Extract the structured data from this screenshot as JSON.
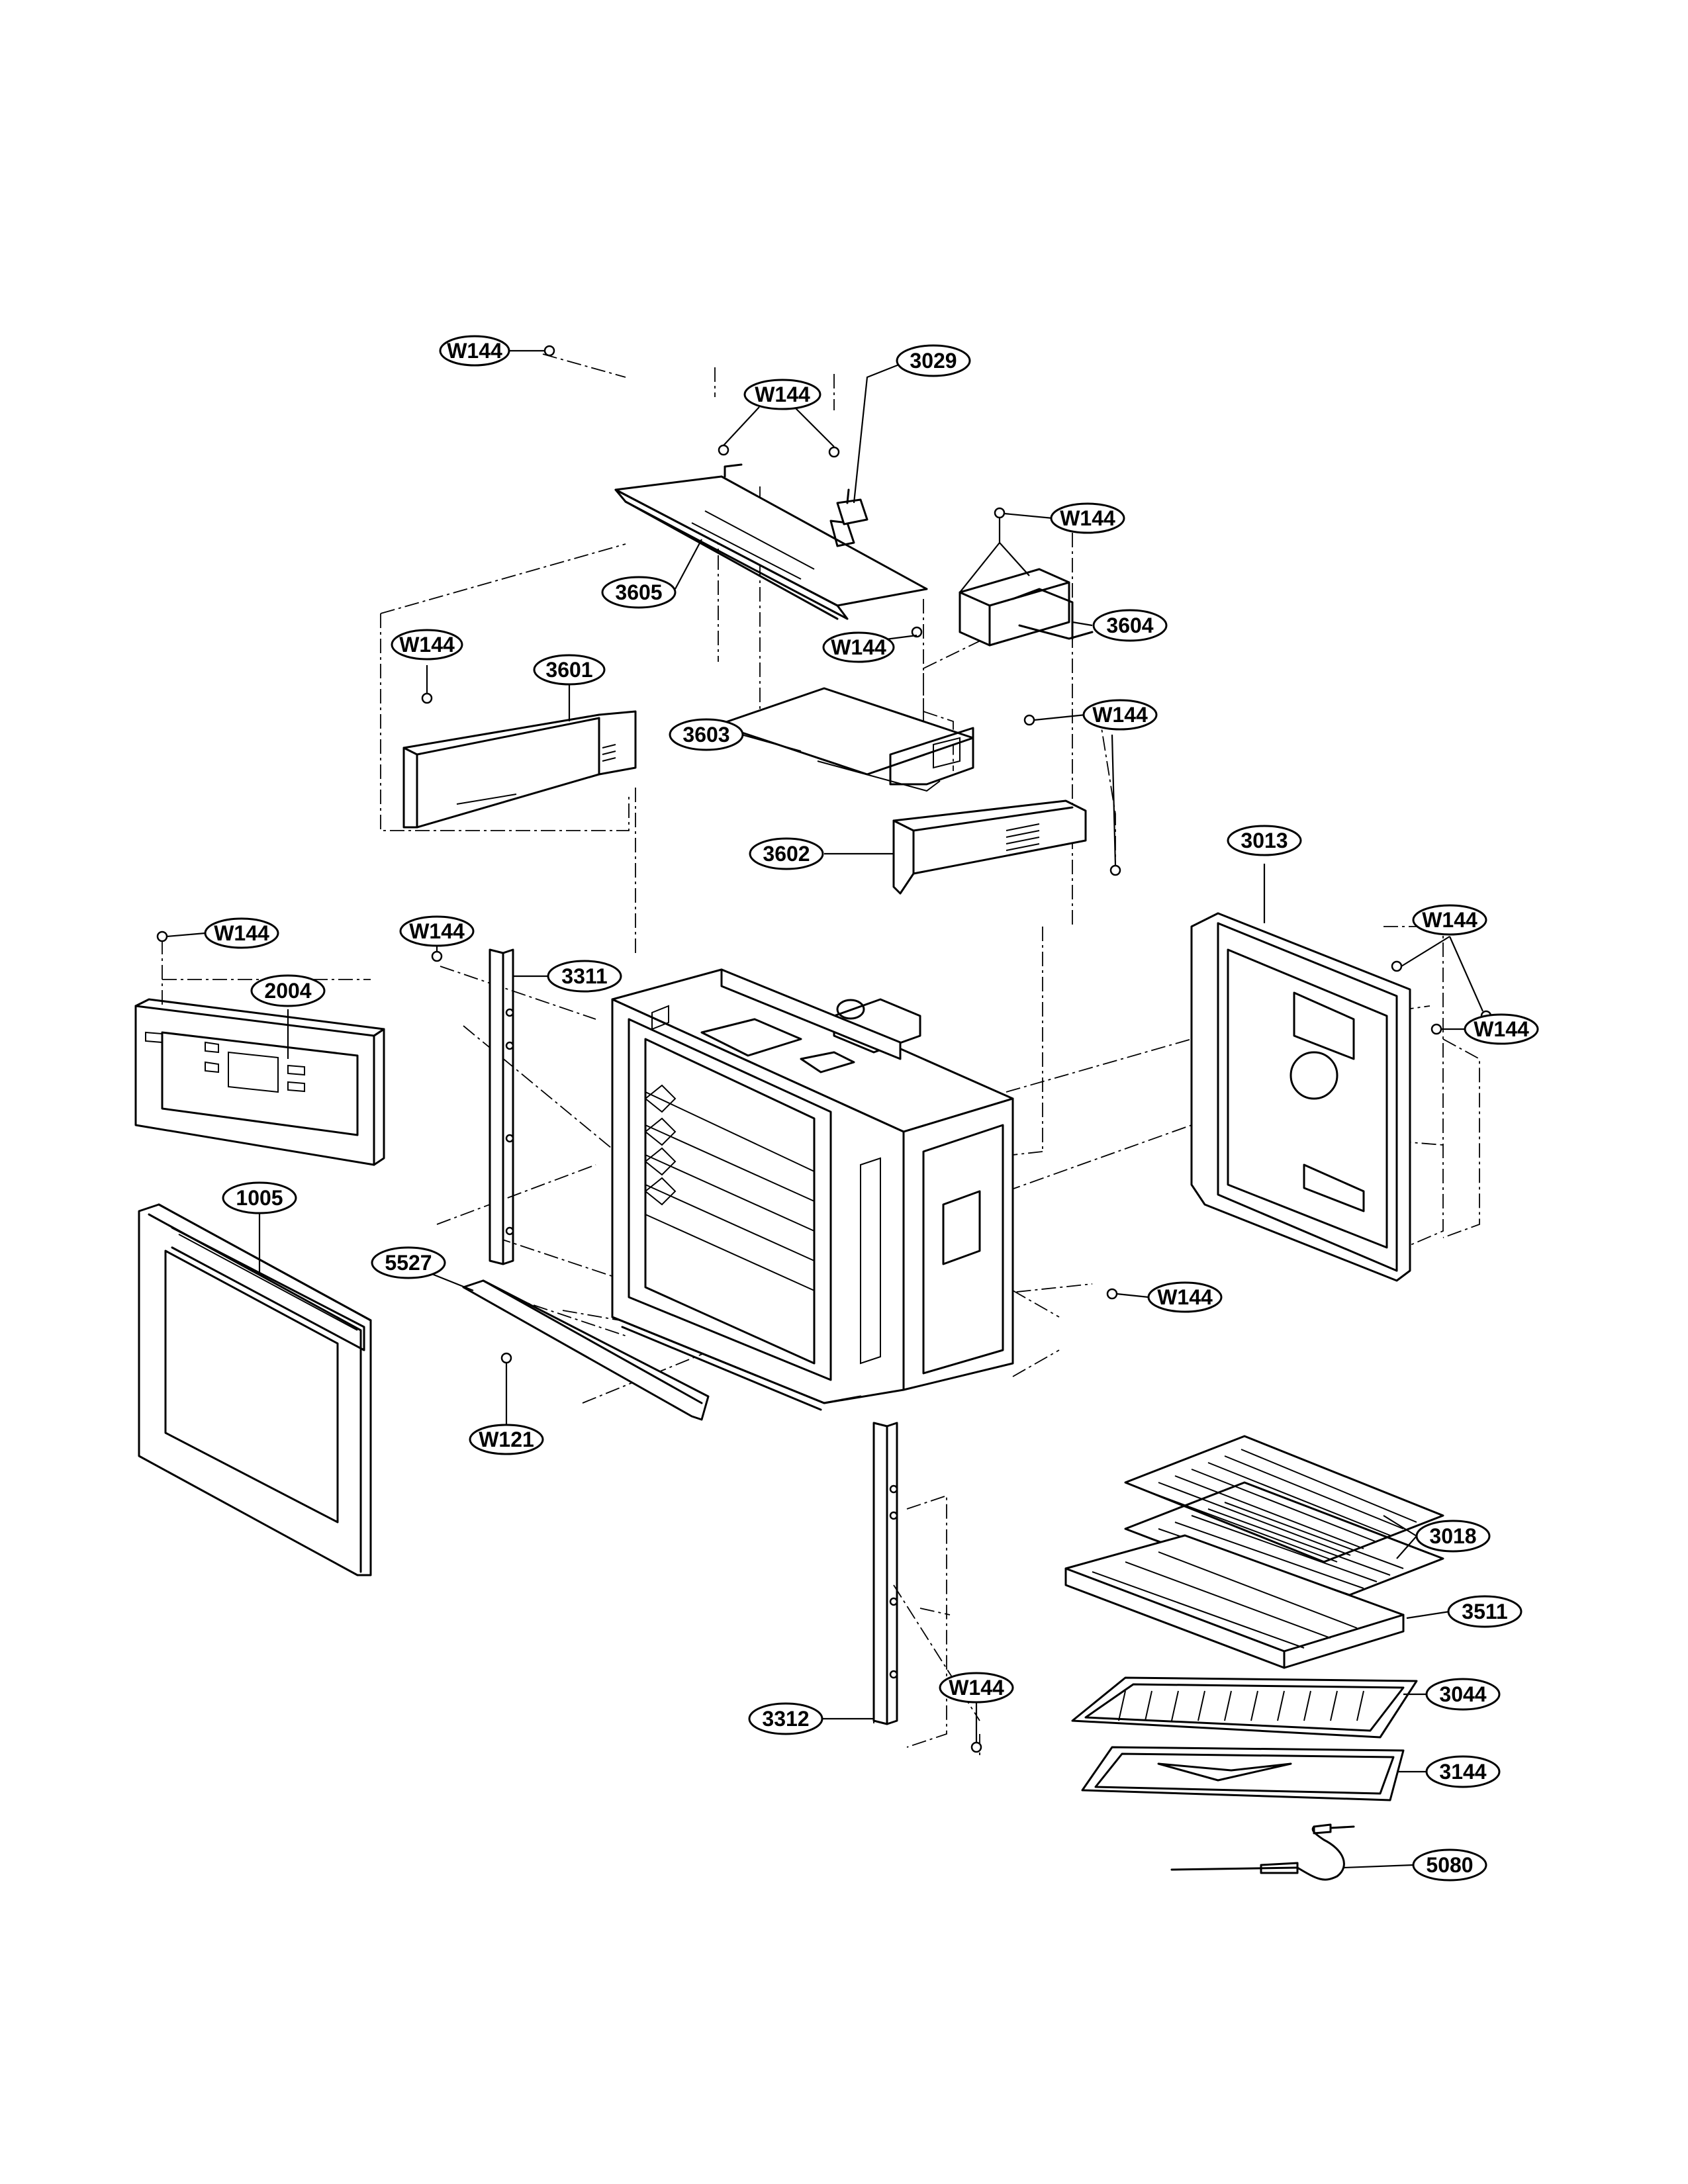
{
  "callouts": {
    "c_w144_top": "W144",
    "c_w144_tl": "W144",
    "c_3029": "3029",
    "c_w144_3604": "W144",
    "c_3605": "3605",
    "c_w144_mid": "W144",
    "c_3604": "3604",
    "c_w144_3601": "W144",
    "c_3601": "3601",
    "c_3603": "3603",
    "c_w144_3602": "W144",
    "c_3602": "3602",
    "c_3013": "3013",
    "c_w144_ctrl": "W144",
    "c_2004": "2004",
    "c_w144_3311": "W144",
    "c_3311": "3311",
    "c_w144_rear1": "W144",
    "c_w144_rear2": "W144",
    "c_1005": "1005",
    "c_5527": "5527",
    "c_w144_bot": "W144",
    "c_w121": "W121",
    "c_3018": "3018",
    "c_3511": "3511",
    "c_w144_3312": "W144",
    "c_3312": "3312",
    "c_3044": "3044",
    "c_3144": "3144",
    "c_5080": "5080"
  }
}
